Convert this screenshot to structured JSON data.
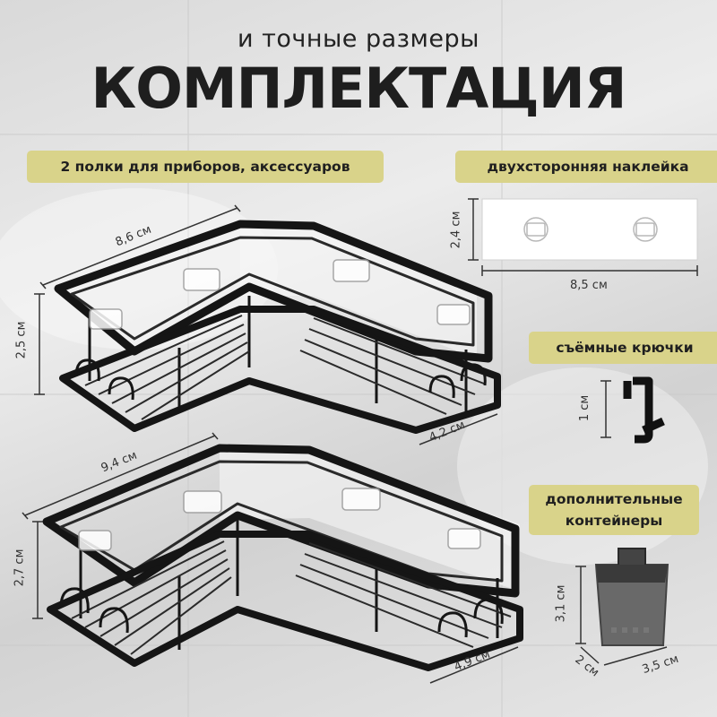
{
  "header": {
    "subtitle": "и точные размеры",
    "title": "КОМПЛЕКТАЦИЯ"
  },
  "labels": {
    "shelves": "2 полки для приборов, аксессуаров",
    "sticker": "двухсторонняя наклейка",
    "hooks": "съёмные крючки",
    "containers_line1": "дополнительные",
    "containers_line2": "контейнеры"
  },
  "dimensions": {
    "shelf_top_length": "8,6 см",
    "shelf_top_height": "2,5 см",
    "shelf_top_depth": "4,2 см",
    "shelf_bottom_length": "9,4 см",
    "shelf_bottom_height": "2,7 см",
    "shelf_bottom_depth": "4,9 см",
    "sticker_height": "2,4 см",
    "sticker_width": "8,5 см",
    "hook_height": "1 см",
    "container_height": "3,1 см",
    "container_depth": "2 см",
    "container_width": "3,5 см"
  },
  "colors": {
    "label_bg": "#d9d38a",
    "metal": "#151515",
    "text": "#1f1f1f"
  }
}
